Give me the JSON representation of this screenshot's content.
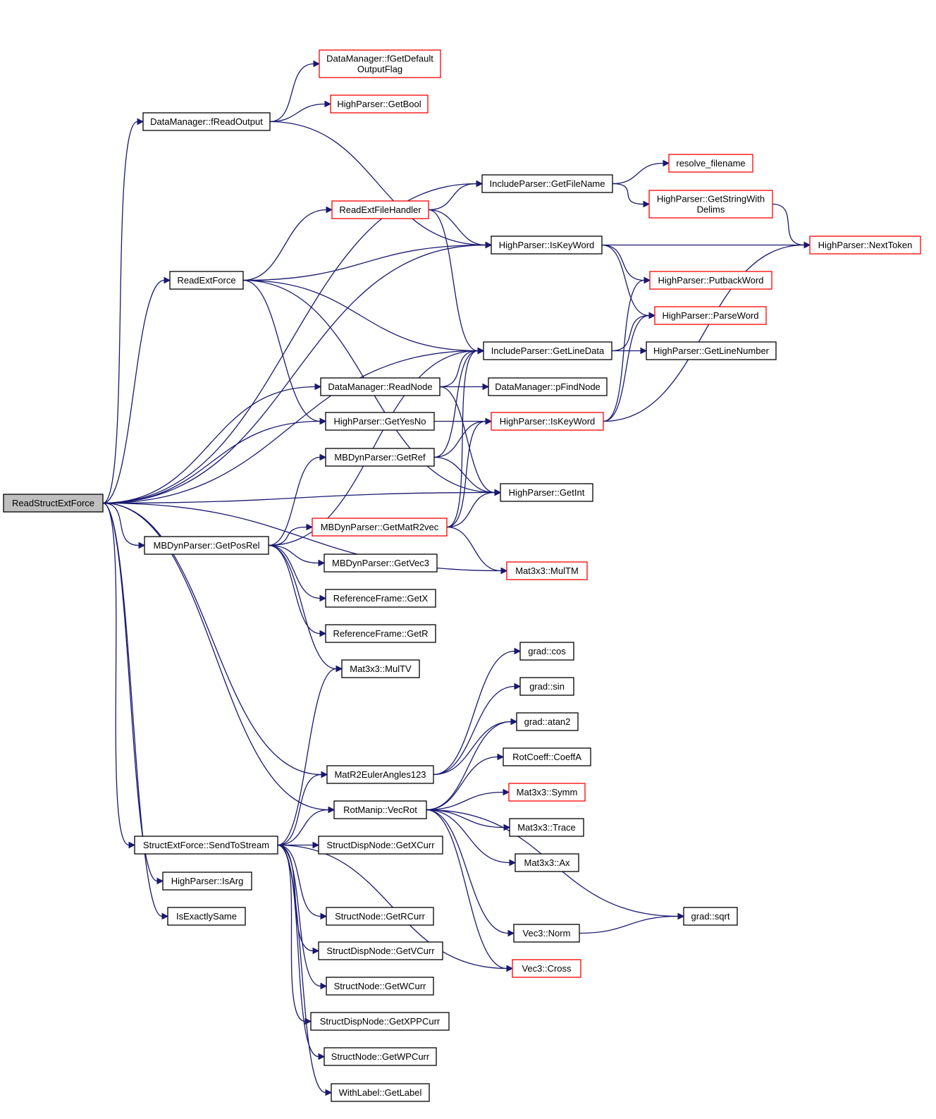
{
  "graph": {
    "type": "call-graph",
    "root": "ReadStructExtForce",
    "colors": {
      "edge": "#191970",
      "truncated_border": "#ff0000",
      "normal_border": "#000000",
      "root_fill": "#bfbfbf",
      "node_fill": "#ffffff"
    },
    "nodes": [
      {
        "id": "n0",
        "label": [
          "ReadStructExtForce"
        ],
        "truncated": false,
        "root": true
      },
      {
        "id": "n1",
        "label": [
          "DataManager::fReadOutput"
        ],
        "truncated": false
      },
      {
        "id": "n2",
        "label": [
          "DataManager::fGetDefault",
          "OutputFlag"
        ],
        "truncated": true
      },
      {
        "id": "n3",
        "label": [
          "HighParser::GetBool"
        ],
        "truncated": true
      },
      {
        "id": "n4",
        "label": [
          "HighParser::IsKeyWord"
        ],
        "truncated": false
      },
      {
        "id": "n5",
        "label": [
          "IncludeParser::GetFileName"
        ],
        "truncated": false
      },
      {
        "id": "n6",
        "label": [
          "resolve_filename"
        ],
        "truncated": true
      },
      {
        "id": "n7",
        "label": [
          "HighParser::GetStringWith",
          "Delims"
        ],
        "truncated": true
      },
      {
        "id": "n8",
        "label": [
          "HighParser::NextToken"
        ],
        "truncated": true
      },
      {
        "id": "n9",
        "label": [
          "ReadExtFileHandler"
        ],
        "truncated": true
      },
      {
        "id": "n10",
        "label": [
          "ReadExtForce"
        ],
        "truncated": false
      },
      {
        "id": "n11",
        "label": [
          "HighParser::PutbackWord"
        ],
        "truncated": true
      },
      {
        "id": "n12",
        "label": [
          "HighParser::ParseWord"
        ],
        "truncated": true
      },
      {
        "id": "n13",
        "label": [
          "IncludeParser::GetLineData"
        ],
        "truncated": false
      },
      {
        "id": "n14",
        "label": [
          "HighParser::GetLineNumber"
        ],
        "truncated": false
      },
      {
        "id": "n15",
        "label": [
          "DataManager::ReadNode"
        ],
        "truncated": false
      },
      {
        "id": "n16",
        "label": [
          "DataManager::pFindNode"
        ],
        "truncated": false
      },
      {
        "id": "n17",
        "label": [
          "HighParser::GetYesNo"
        ],
        "truncated": false
      },
      {
        "id": "n18",
        "label": [
          "HighParser::IsKeyWord"
        ],
        "truncated": true
      },
      {
        "id": "n19",
        "label": [
          "MBDynParser::GetRef"
        ],
        "truncated": false
      },
      {
        "id": "n20",
        "label": [
          "HighParser::GetInt"
        ],
        "truncated": false
      },
      {
        "id": "n21",
        "label": [
          "MBDynParser::GetPosRel"
        ],
        "truncated": false
      },
      {
        "id": "n22",
        "label": [
          "MBDynParser::GetMatR2vec"
        ],
        "truncated": true
      },
      {
        "id": "n23",
        "label": [
          "MBDynParser::GetVec3"
        ],
        "truncated": false
      },
      {
        "id": "n24",
        "label": [
          "Mat3x3::MulTM"
        ],
        "truncated": true
      },
      {
        "id": "n25",
        "label": [
          "ReferenceFrame::GetX"
        ],
        "truncated": false
      },
      {
        "id": "n26",
        "label": [
          "ReferenceFrame::GetR"
        ],
        "truncated": false
      },
      {
        "id": "n27",
        "label": [
          "Mat3x3::MulTV"
        ],
        "truncated": false
      },
      {
        "id": "n28",
        "label": [
          "grad::cos"
        ],
        "truncated": false
      },
      {
        "id": "n29",
        "label": [
          "grad::sin"
        ],
        "truncated": false
      },
      {
        "id": "n30",
        "label": [
          "grad::atan2"
        ],
        "truncated": false
      },
      {
        "id": "n31",
        "label": [
          "MatR2EulerAngles123"
        ],
        "truncated": false
      },
      {
        "id": "n32",
        "label": [
          "RotCoeff::CoeffA"
        ],
        "truncated": false
      },
      {
        "id": "n33",
        "label": [
          "Mat3x3::Symm"
        ],
        "truncated": true
      },
      {
        "id": "n34",
        "label": [
          "RotManip::VecRot"
        ],
        "truncated": false
      },
      {
        "id": "n35",
        "label": [
          "Mat3x3::Trace"
        ],
        "truncated": false
      },
      {
        "id": "n36",
        "label": [
          "StructExtForce::SendToStream"
        ],
        "truncated": false
      },
      {
        "id": "n37",
        "label": [
          "StructDispNode::GetXCurr"
        ],
        "truncated": false
      },
      {
        "id": "n38",
        "label": [
          "Mat3x3::Ax"
        ],
        "truncated": false
      },
      {
        "id": "n39",
        "label": [
          "HighParser::IsArg"
        ],
        "truncated": false
      },
      {
        "id": "n40",
        "label": [
          "grad::sqrt"
        ],
        "truncated": false
      },
      {
        "id": "n41",
        "label": [
          "StructNode::GetRCurr"
        ],
        "truncated": false
      },
      {
        "id": "n42",
        "label": [
          "IsExactlySame"
        ],
        "truncated": false
      },
      {
        "id": "n43",
        "label": [
          "Vec3::Norm"
        ],
        "truncated": false
      },
      {
        "id": "n44",
        "label": [
          "StructDispNode::GetVCurr"
        ],
        "truncated": false
      },
      {
        "id": "n45",
        "label": [
          "Vec3::Cross"
        ],
        "truncated": true
      },
      {
        "id": "n46",
        "label": [
          "StructNode::GetWCurr"
        ],
        "truncated": false
      },
      {
        "id": "n47",
        "label": [
          "StructDispNode::GetXPPCurr"
        ],
        "truncated": false
      },
      {
        "id": "n48",
        "label": [
          "StructNode::GetWPCurr"
        ],
        "truncated": false
      },
      {
        "id": "n49",
        "label": [
          "WithLabel::GetLabel"
        ],
        "truncated": false
      }
    ],
    "edges": [
      [
        "n0",
        "n1"
      ],
      [
        "n0",
        "n5"
      ],
      [
        "n0",
        "n4"
      ],
      [
        "n0",
        "n10"
      ],
      [
        "n0",
        "n13"
      ],
      [
        "n0",
        "n15"
      ],
      [
        "n0",
        "n17"
      ],
      [
        "n0",
        "n21"
      ],
      [
        "n0",
        "n20"
      ],
      [
        "n0",
        "n24"
      ],
      [
        "n0",
        "n31"
      ],
      [
        "n0",
        "n34"
      ],
      [
        "n0",
        "n36"
      ],
      [
        "n0",
        "n39"
      ],
      [
        "n0",
        "n42"
      ],
      [
        "n1",
        "n2"
      ],
      [
        "n1",
        "n3"
      ],
      [
        "n1",
        "n4"
      ],
      [
        "n5",
        "n6"
      ],
      [
        "n5",
        "n7"
      ],
      [
        "n7",
        "n8"
      ],
      [
        "n4",
        "n8"
      ],
      [
        "n4",
        "n11"
      ],
      [
        "n4",
        "n12"
      ],
      [
        "n9",
        "n5"
      ],
      [
        "n9",
        "n4"
      ],
      [
        "n9",
        "n13"
      ],
      [
        "n10",
        "n9"
      ],
      [
        "n10",
        "n4"
      ],
      [
        "n10",
        "n13"
      ],
      [
        "n10",
        "n17"
      ],
      [
        "n10",
        "n20"
      ],
      [
        "n13",
        "n14"
      ],
      [
        "n13",
        "n12"
      ],
      [
        "n15",
        "n13"
      ],
      [
        "n15",
        "n16"
      ],
      [
        "n15",
        "n20"
      ],
      [
        "n17",
        "n18"
      ],
      [
        "n18",
        "n8"
      ],
      [
        "n18",
        "n11"
      ],
      [
        "n18",
        "n12"
      ],
      [
        "n19",
        "n18"
      ],
      [
        "n19",
        "n20"
      ],
      [
        "n19",
        "n13"
      ],
      [
        "n21",
        "n19"
      ],
      [
        "n21",
        "n22"
      ],
      [
        "n21",
        "n23"
      ],
      [
        "n21",
        "n25"
      ],
      [
        "n21",
        "n26"
      ],
      [
        "n21",
        "n27"
      ],
      [
        "n21",
        "n13"
      ],
      [
        "n22",
        "n18"
      ],
      [
        "n22",
        "n20"
      ],
      [
        "n22",
        "n13"
      ],
      [
        "n22",
        "n24"
      ],
      [
        "n31",
        "n28"
      ],
      [
        "n31",
        "n29"
      ],
      [
        "n31",
        "n30"
      ],
      [
        "n34",
        "n30"
      ],
      [
        "n34",
        "n32"
      ],
      [
        "n34",
        "n33"
      ],
      [
        "n34",
        "n35"
      ],
      [
        "n34",
        "n38"
      ],
      [
        "n34",
        "n40"
      ],
      [
        "n34",
        "n43"
      ],
      [
        "n34",
        "n45"
      ],
      [
        "n43",
        "n40"
      ],
      [
        "n36",
        "n27"
      ],
      [
        "n36",
        "n31"
      ],
      [
        "n36",
        "n34"
      ],
      [
        "n36",
        "n37"
      ],
      [
        "n36",
        "n41"
      ],
      [
        "n36",
        "n44"
      ],
      [
        "n36",
        "n46"
      ],
      [
        "n36",
        "n47"
      ],
      [
        "n36",
        "n48"
      ],
      [
        "n36",
        "n49"
      ],
      [
        "n36",
        "n45"
      ]
    ]
  }
}
